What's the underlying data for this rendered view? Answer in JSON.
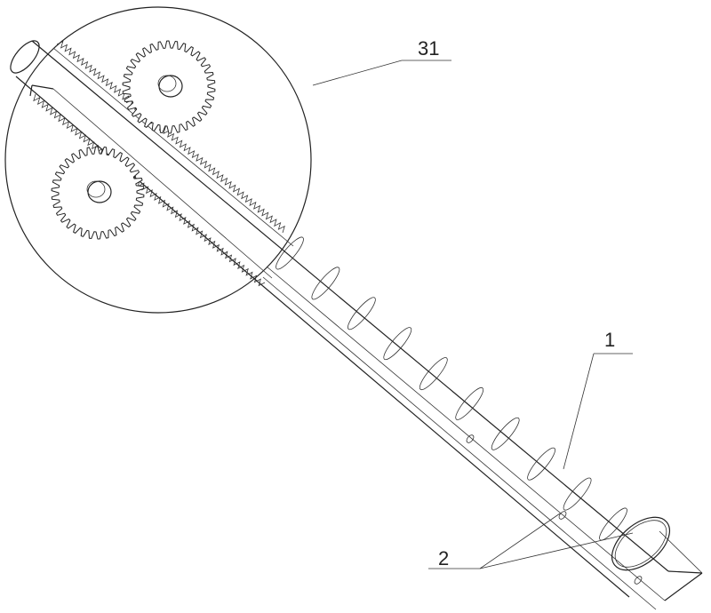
{
  "labels": {
    "detail_ref": "31",
    "tube_ref": "1",
    "wire_ref": "2"
  },
  "colors": {
    "line": "#222222",
    "background": "#ffffff"
  }
}
